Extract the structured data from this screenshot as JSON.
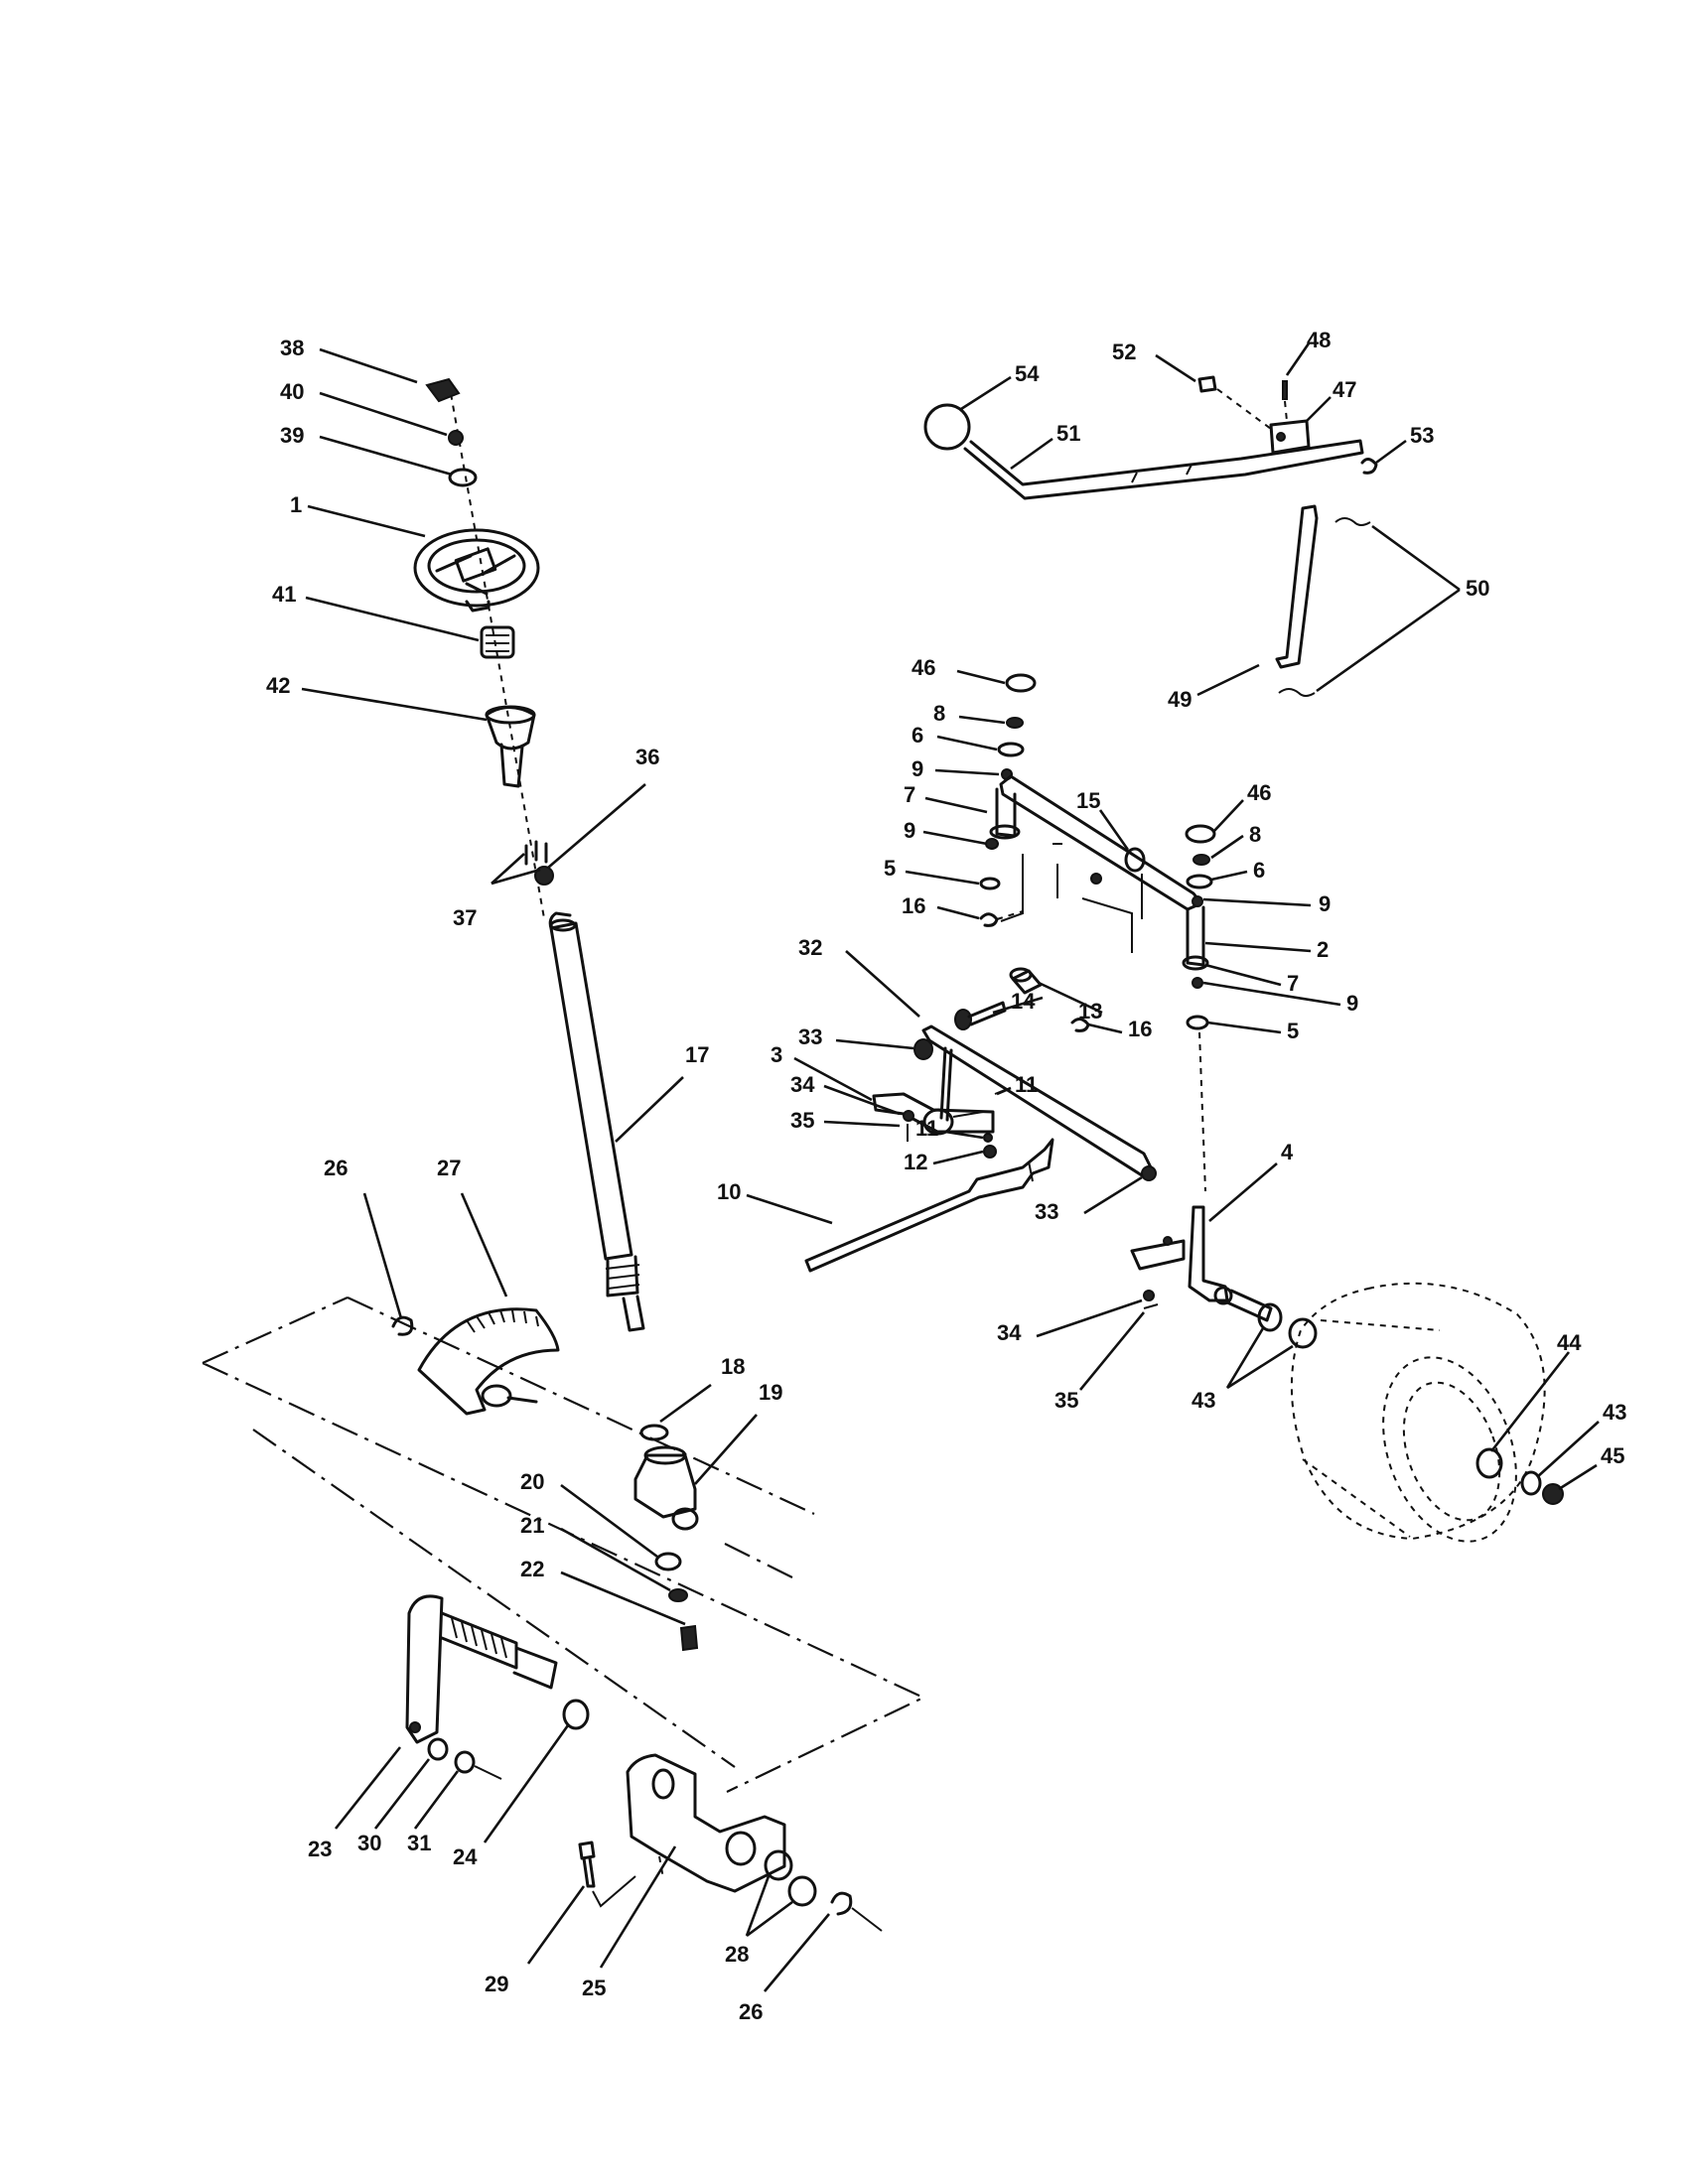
{
  "diagram": {
    "callouts": [
      {
        "id": "38",
        "text": "38"
      },
      {
        "id": "40",
        "text": "40"
      },
      {
        "id": "39",
        "text": "39"
      },
      {
        "id": "1",
        "text": "1"
      },
      {
        "id": "41",
        "text": "41"
      },
      {
        "id": "42",
        "text": "42"
      },
      {
        "id": "36",
        "text": "36"
      },
      {
        "id": "37",
        "text": "37"
      },
      {
        "id": "17",
        "text": "17"
      },
      {
        "id": "26a",
        "text": "26"
      },
      {
        "id": "27",
        "text": "27"
      },
      {
        "id": "18",
        "text": "18"
      },
      {
        "id": "19",
        "text": "19"
      },
      {
        "id": "20",
        "text": "20"
      },
      {
        "id": "21",
        "text": "21"
      },
      {
        "id": "22",
        "text": "22"
      },
      {
        "id": "23",
        "text": "23"
      },
      {
        "id": "30",
        "text": "30"
      },
      {
        "id": "31",
        "text": "31"
      },
      {
        "id": "24",
        "text": "24"
      },
      {
        "id": "29",
        "text": "29"
      },
      {
        "id": "25",
        "text": "25"
      },
      {
        "id": "28",
        "text": "28"
      },
      {
        "id": "26b",
        "text": "26"
      },
      {
        "id": "54",
        "text": "54"
      },
      {
        "id": "52",
        "text": "52"
      },
      {
        "id": "48",
        "text": "48"
      },
      {
        "id": "47",
        "text": "47"
      },
      {
        "id": "51",
        "text": "51"
      },
      {
        "id": "53",
        "text": "53"
      },
      {
        "id": "50",
        "text": "50"
      },
      {
        "id": "49",
        "text": "49"
      },
      {
        "id": "46a",
        "text": "46"
      },
      {
        "id": "8a",
        "text": "8"
      },
      {
        "id": "6a",
        "text": "6"
      },
      {
        "id": "9a",
        "text": "9"
      },
      {
        "id": "7a",
        "text": "7"
      },
      {
        "id": "9b",
        "text": "9"
      },
      {
        "id": "5a",
        "text": "5"
      },
      {
        "id": "16a",
        "text": "16"
      },
      {
        "id": "15",
        "text": "15"
      },
      {
        "id": "46b",
        "text": "46"
      },
      {
        "id": "8b",
        "text": "8"
      },
      {
        "id": "6b",
        "text": "6"
      },
      {
        "id": "9c",
        "text": "9"
      },
      {
        "id": "2",
        "text": "2"
      },
      {
        "id": "7b",
        "text": "7"
      },
      {
        "id": "9d",
        "text": "9"
      },
      {
        "id": "5b",
        "text": "5"
      },
      {
        "id": "16b",
        "text": "16"
      },
      {
        "id": "13",
        "text": "13"
      },
      {
        "id": "14",
        "text": "14"
      },
      {
        "id": "32",
        "text": "32"
      },
      {
        "id": "33a",
        "text": "33"
      },
      {
        "id": "3",
        "text": "3"
      },
      {
        "id": "34a",
        "text": "34"
      },
      {
        "id": "35a",
        "text": "35"
      },
      {
        "id": "11a",
        "text": "11"
      },
      {
        "id": "11b",
        "text": "11"
      },
      {
        "id": "12",
        "text": "12"
      },
      {
        "id": "10",
        "text": "10"
      },
      {
        "id": "33b",
        "text": "33"
      },
      {
        "id": "4",
        "text": "4"
      },
      {
        "id": "34b",
        "text": "34"
      },
      {
        "id": "35b",
        "text": "35"
      },
      {
        "id": "43a",
        "text": "43"
      },
      {
        "id": "44",
        "text": "44"
      },
      {
        "id": "43b",
        "text": "43"
      },
      {
        "id": "45",
        "text": "45"
      }
    ]
  }
}
